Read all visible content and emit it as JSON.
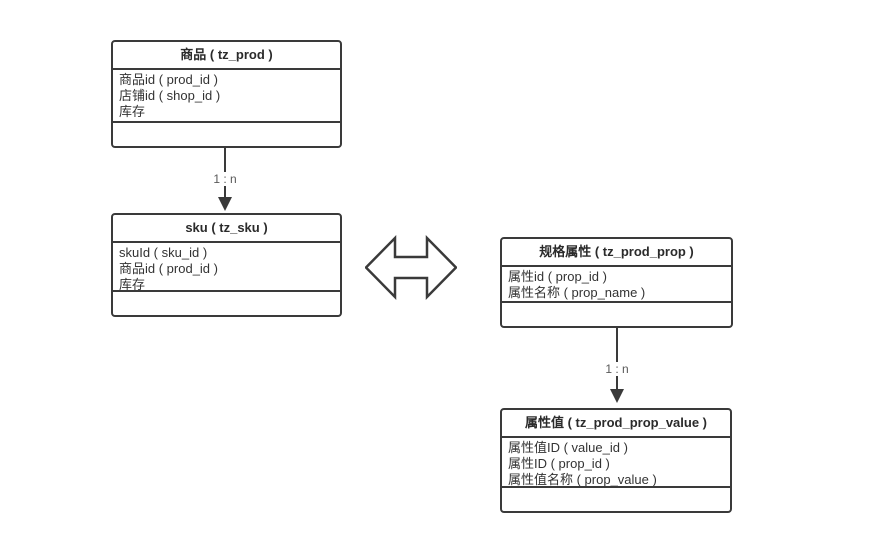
{
  "diagram": {
    "entities": [
      {
        "title": "商品 ( tz_prod )",
        "fields": [
          "商品id ( prod_id )",
          "店铺id ( shop_id )",
          "库存"
        ]
      },
      {
        "title": "sku ( tz_sku )",
        "fields": [
          "skuId ( sku_id )",
          "商品id ( prod_id )",
          "库存"
        ]
      },
      {
        "title": "规格属性 ( tz_prod_prop )",
        "fields": [
          "属性id ( prop_id )",
          "属性名称 ( prop_name )"
        ]
      },
      {
        "title": "属性值 ( tz_prod_prop_value )",
        "fields": [
          "属性值ID ( value_id )",
          "属性ID ( prop_id )",
          "属性值名称 ( prop_value )"
        ]
      }
    ],
    "connectors": [
      {
        "from": "商品 ( tz_prod )",
        "to": "sku ( tz_sku )",
        "label": "1 : n"
      },
      {
        "from": "规格属性 ( tz_prod_prop )",
        "to": "属性值 ( tz_prod_prop_value )",
        "label": "1 : n"
      }
    ],
    "relation_icon": "double-arrow-icon",
    "colors": {
      "border": "#3a3a3a",
      "title-text": "#2b2b2b",
      "field-text": "#333333",
      "label-text": "#595959",
      "background": "#ffffff"
    }
  }
}
